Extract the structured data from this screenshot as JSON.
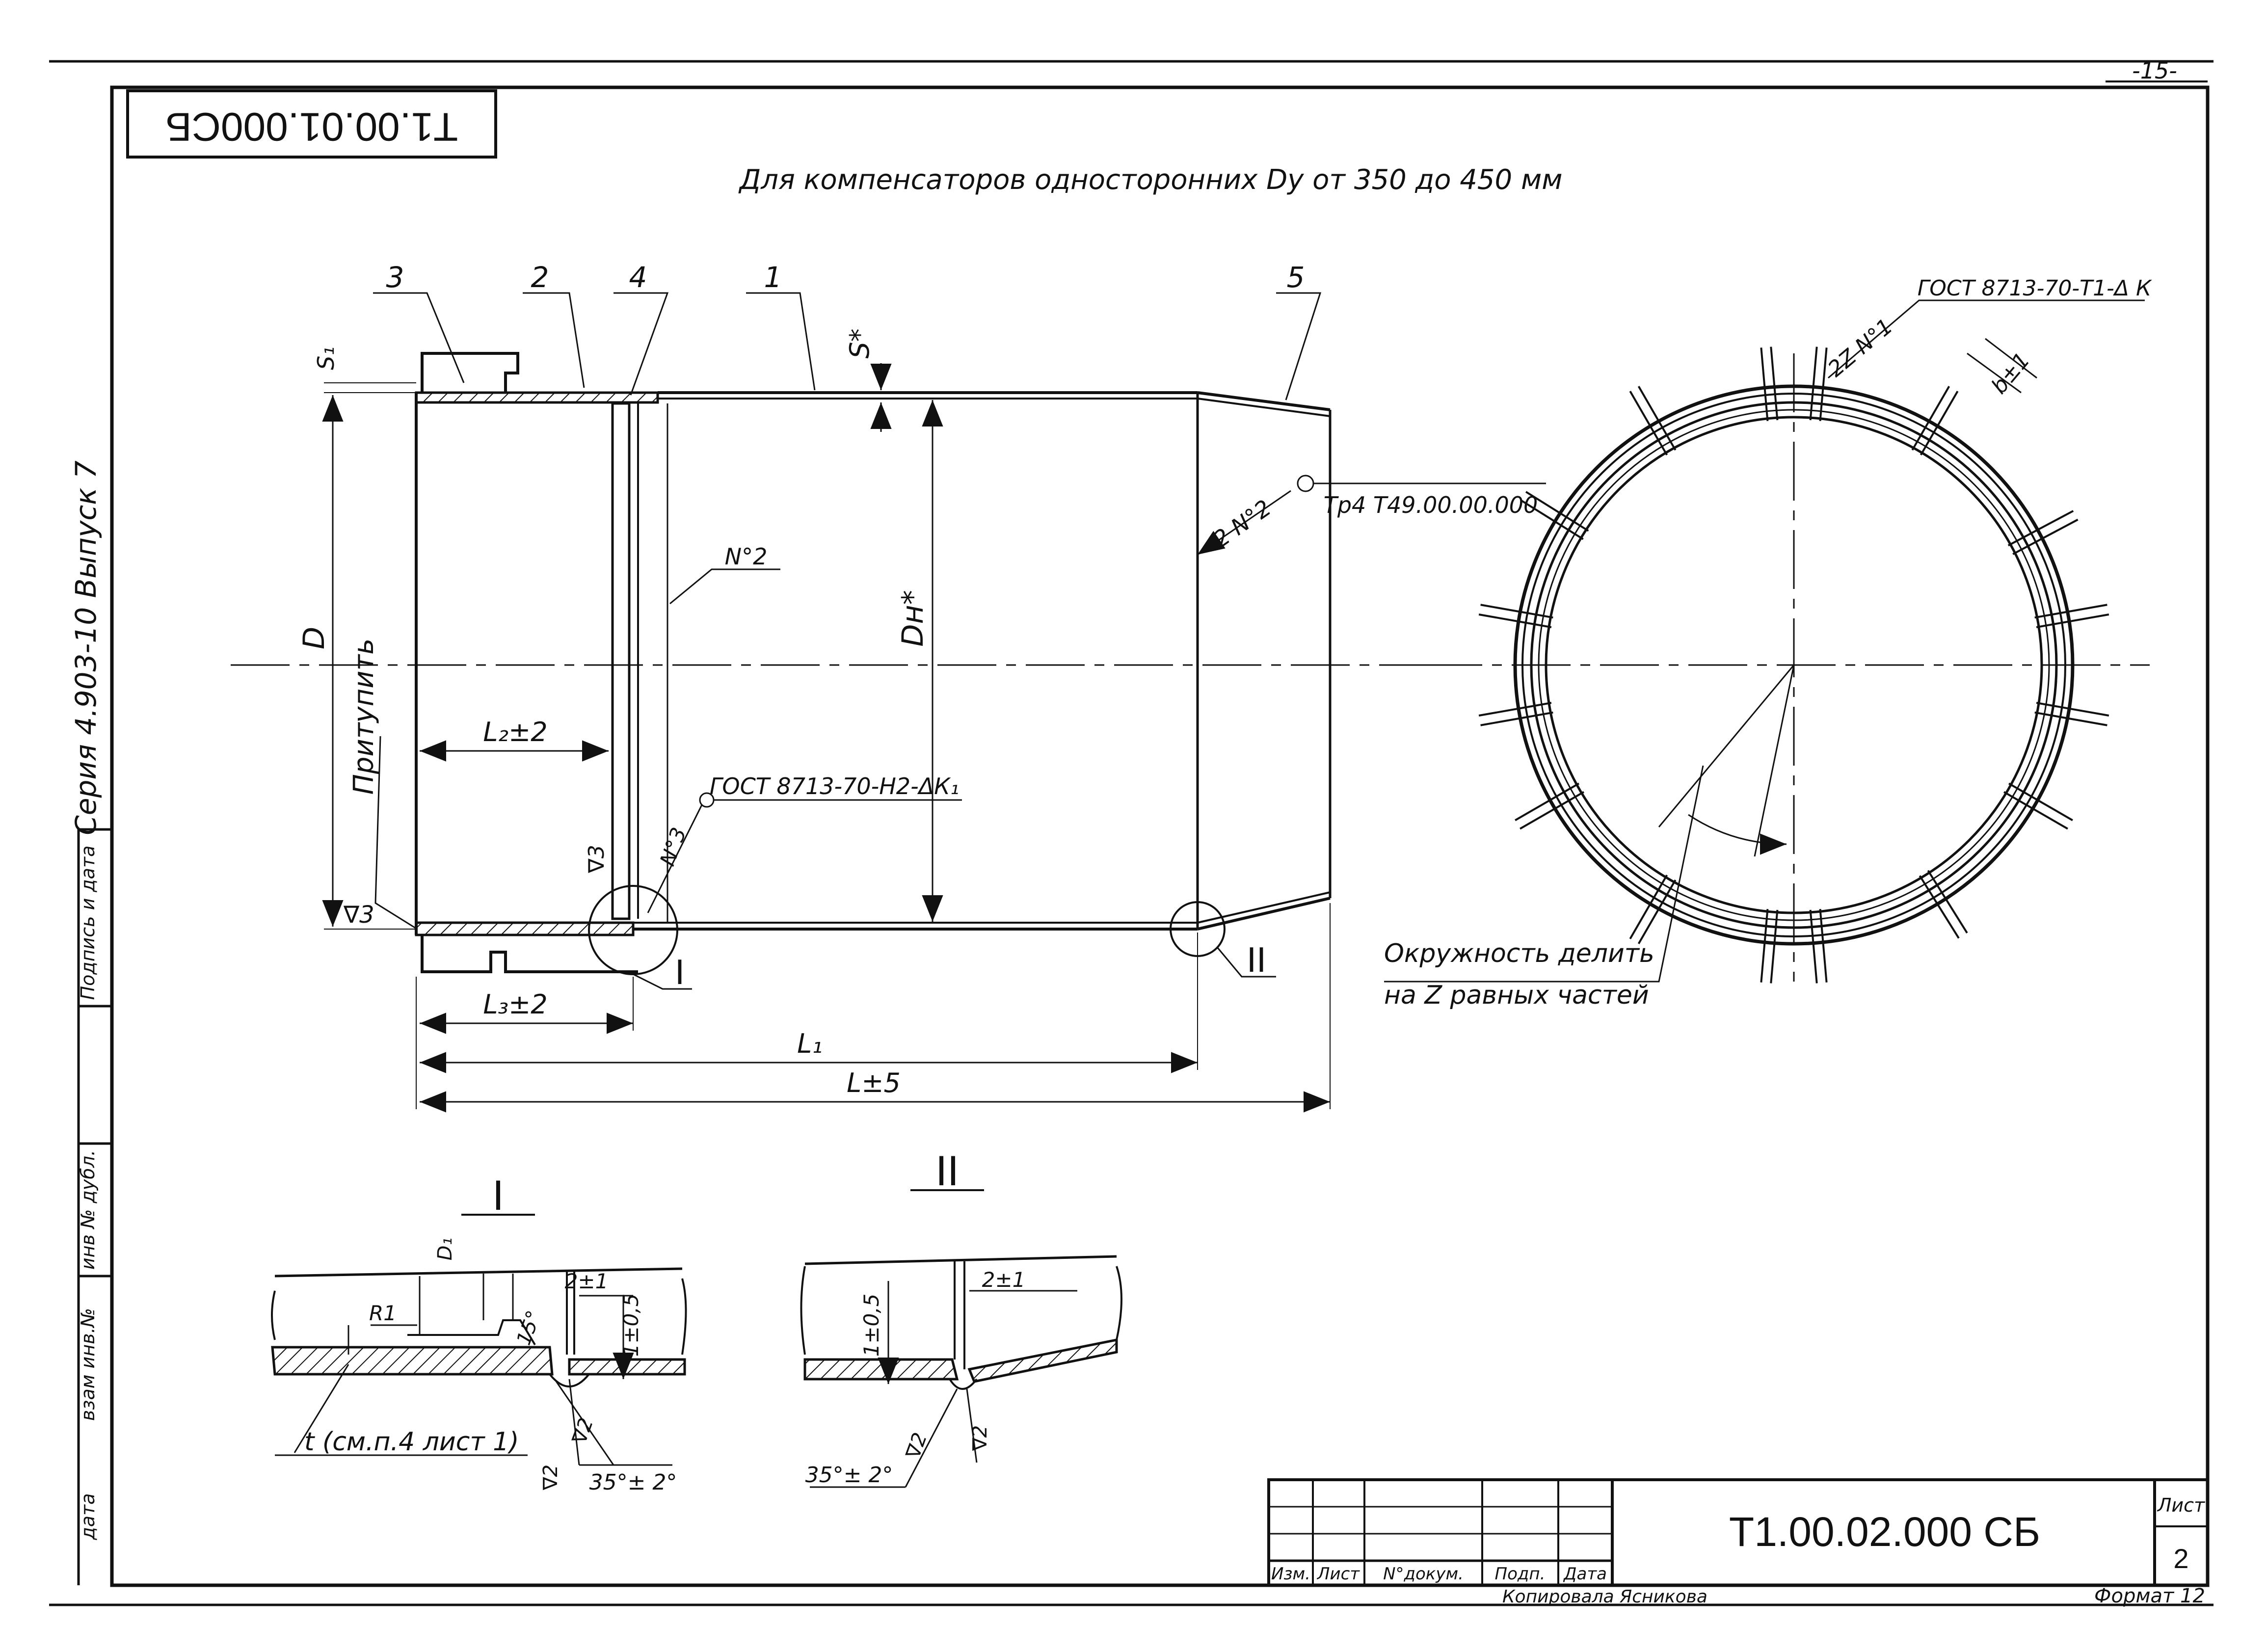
{
  "sheet": {
    "page_number": "-15-",
    "top_stamp": "Т1.00.01.000СБ",
    "title_note": "Для компенсаторов односторонних Dу от 350 до 450 мм",
    "series": "Серия 4.903-10  Выпуск 7",
    "side_stamp": [
      "дата",
      "взам инв.№",
      "инв № дубл.",
      "Подпись и дата"
    ]
  },
  "drawing": {
    "callouts": [
      "3",
      "2",
      "4",
      "1",
      "5"
    ],
    "dim_s1": "S₁",
    "dim_s": "S*",
    "dim_d": "D",
    "dim_dn": "Dн*",
    "dim_l2": "L₂±2",
    "dim_l3": "L₃±2",
    "dim_l1": "L₁",
    "dim_l": "L±5",
    "weld_n2": "N°2",
    "weld_2n2": "2 N°2",
    "weld_n3": "N°3",
    "gost_inner": "ГОСТ 8713-70-Н2-ΔК₁",
    "tr_ref": "Тр4 Т49.00.00.000",
    "pritupit": "Притупить",
    "rough_v3a": "∇3",
    "rough_v3b": "∇3",
    "detail_1_marker": "I",
    "detail_2_marker": "II"
  },
  "ring": {
    "gost": "ГОСТ 8713-70-Т1-Δ К",
    "weld": "2Z N°1",
    "b_dim": "b±1",
    "note_line1": "Окружность делить",
    "note_line2": "на Z равных частей"
  },
  "detail_1": {
    "title": "I",
    "d1": "D₁",
    "r1": "R1",
    "gap": "2±1",
    "h": "1±0,5",
    "angle": "15°",
    "t_note": "t (см.п.4 лист 1)",
    "rough_a": "∇2",
    "rough_b": "∇2",
    "bevel": "35°± 2°"
  },
  "detail_2": {
    "title": "II",
    "gap": "2±1",
    "h": "1±0,5",
    "rough_a": "∇2",
    "rough_b": "∇2",
    "bevel": "35°± 2°"
  },
  "title_block": {
    "headers": [
      "Изм.",
      "Лист",
      "N°докум.",
      "Подп.",
      "Дата"
    ],
    "doc_number": "Т1.00.02.000 СБ",
    "sheet_label": "Лист",
    "sheet_number": "2",
    "copied_by": "Копировала Ясникова",
    "format": "Формат 12"
  }
}
